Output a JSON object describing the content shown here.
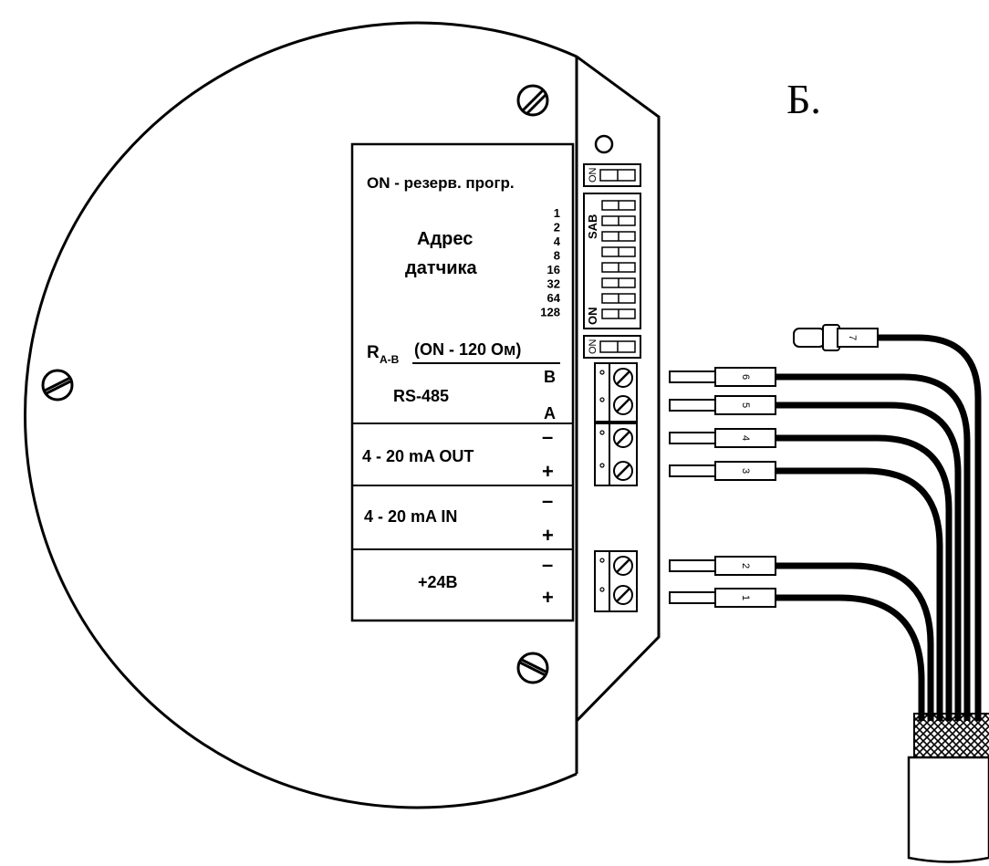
{
  "figure_label": "Б.",
  "panel": {
    "reserve_program": "ON - резерв. прогр.",
    "address_title_1": "Адрес",
    "address_title_2": "датчика",
    "address_bits": [
      "1",
      "2",
      "4",
      "8",
      "16",
      "32",
      "64",
      "128"
    ],
    "rab_main": "R",
    "rab_sub": "А-В",
    "rab_note": "(ON - 120 Ом)",
    "rs485": "RS-485",
    "rs485_b": "B",
    "rs485_a": "A",
    "out_label": "4 - 20 mA  OUT",
    "in_label": "4 - 20 mA  IN",
    "power_label": "+24В",
    "minus": "–",
    "plus": "+"
  },
  "switches": {
    "on_small_1": "ON",
    "sab": "SAB",
    "on_sab": "ON",
    "on_small_2": "ON"
  },
  "wires": [
    "1",
    "2",
    "3",
    "4",
    "5",
    "6",
    "7"
  ]
}
